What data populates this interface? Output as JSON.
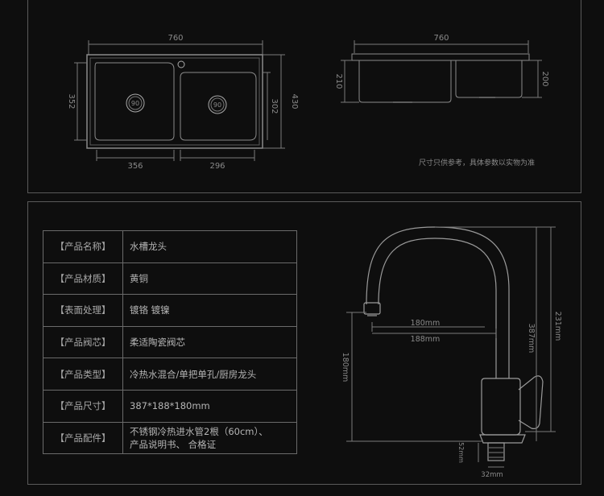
{
  "top_drawing": {
    "top_width_label": "760",
    "side_width_label": "760",
    "left_height_label": "352",
    "inner_height_label": "302",
    "outer_height_label": "430",
    "left_bowl_label": "356",
    "right_bowl_label": "296",
    "drain_left_label": "90",
    "drain_right_label": "90",
    "side_left_depth_label": "210",
    "side_right_depth_label": "200",
    "note": "尺寸只供参考，具体参数以实物为准"
  },
  "specs": [
    {
      "key": "【产品名称】",
      "value": "水槽龙头"
    },
    {
      "key": "【产品材质】",
      "value": "黄铜"
    },
    {
      "key": "【表面处理】",
      "value": "镀铬  镀镍"
    },
    {
      "key": "【产品阀芯】",
      "value": "柔适陶瓷阀芯"
    },
    {
      "key": "【产品类型】",
      "value": "冷热水混合/单把单孔/厨房龙头"
    },
    {
      "key": "【产品尺寸】",
      "value": "387*188*180mm"
    },
    {
      "key": "【产品配件】",
      "value": "不锈钢冷热进水管2根（60cm）、",
      "value2": "产品说明书、   合格证"
    }
  ],
  "faucet_drawing": {
    "spout_reach_label": "180mm",
    "total_reach_label": "188mm",
    "spout_height_label": "180mm",
    "body_height_label": "387mm",
    "total_height_label": "231mm",
    "thread_length_label": "52mm",
    "thread_diameter_label": "32mm"
  }
}
